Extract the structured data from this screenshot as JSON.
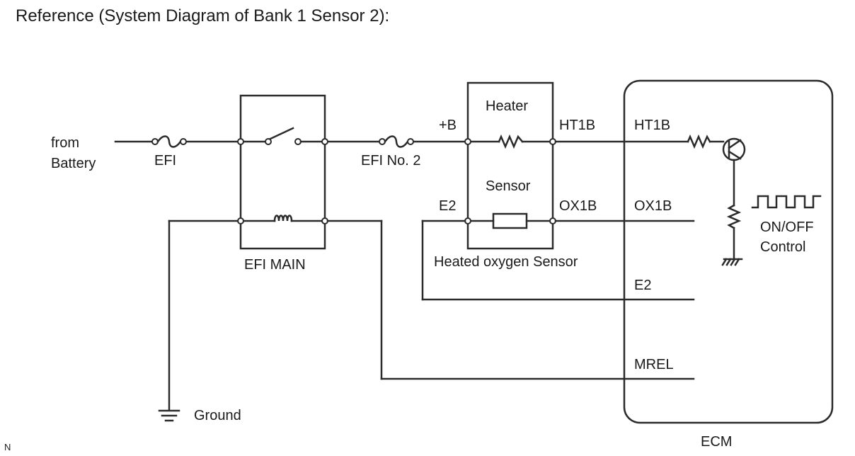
{
  "title": "Reference (System Diagram of Bank 1 Sensor 2):",
  "power": {
    "from_line1": "from",
    "from_line2": "Battery"
  },
  "fuses": {
    "efi": "EFI",
    "efi_no2": "EFI No. 2"
  },
  "relay": {
    "name": "EFI MAIN"
  },
  "sensor": {
    "heater_label": "Heater",
    "sensor_label": "Sensor",
    "name": "Heated oxygen Sensor",
    "pin_plus_b": "+B",
    "pin_e2": "E2",
    "pin_ht1b": "HT1B",
    "pin_ox1b": "OX1B"
  },
  "ecm": {
    "name": "ECM",
    "pin_ht1b": "HT1B",
    "pin_ox1b": "OX1B",
    "pin_e2": "E2",
    "pin_mrel": "MREL",
    "control_line1": "ON/OFF",
    "control_line2": "Control"
  },
  "ground": {
    "label": "Ground"
  },
  "corner_mark": "N"
}
